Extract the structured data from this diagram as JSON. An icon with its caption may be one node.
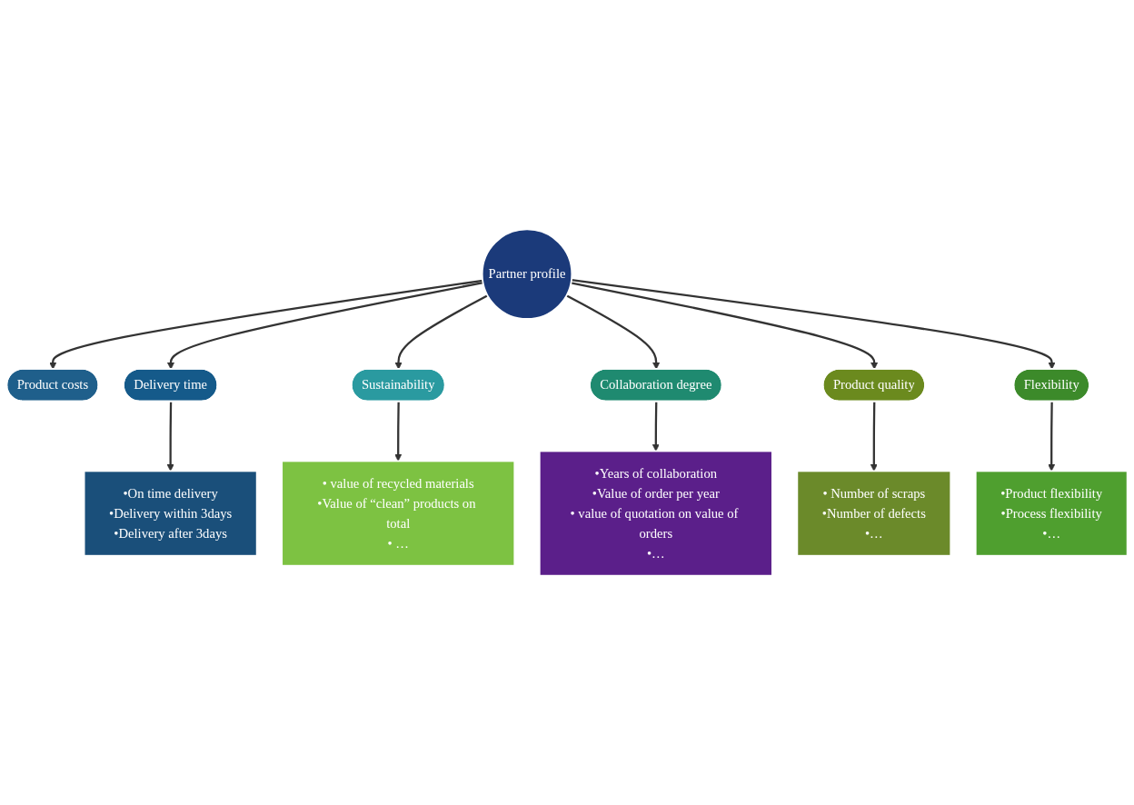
{
  "diagram": {
    "nodes": [
      {
        "text": [
          "Partner profile"
        ]
      },
      {
        "text": [
          "Product costs"
        ]
      },
      {
        "text": [
          "Delivery time"
        ]
      },
      {
        "text": [
          "Sustainability"
        ]
      },
      {
        "text": [
          "Collaboration degree"
        ]
      },
      {
        "text": [
          "Product quality"
        ]
      },
      {
        "text": [
          "Flexibility"
        ]
      },
      {
        "text": [
          "• value of recycled materials",
          "•Value of “clean” products on total",
          "• …"
        ]
      },
      {
        "text": [
          "•On time delivery",
          "•Delivery within 3days",
          "•Delivery after 3days"
        ]
      },
      {
        "text": [
          "• Number of scraps",
          "•Number of defects",
          "•…"
        ]
      },
      {
        "text": [
          "•Years of collaboration",
          "•Value of order per year",
          "• value of quotation on value of orders",
          "•…"
        ]
      },
      {
        "text": [
          "•Product flexibility",
          "•Process flexibility",
          "•…"
        ]
      }
    ],
    "edges": [
      {
        "from": 0,
        "to": 1,
        "arrow": "to"
      },
      {
        "from": 0,
        "to": 2,
        "arrow": "to"
      },
      {
        "from": 0,
        "to": 3,
        "arrow": "to"
      },
      {
        "from": 0,
        "to": 4,
        "arrow": "to"
      },
      {
        "from": 0,
        "to": 5,
        "arrow": "to"
      },
      {
        "from": 0,
        "to": 6,
        "arrow": "to"
      },
      {
        "from": 3,
        "to": 7,
        "arrow": "to"
      },
      {
        "from": 2,
        "to": 8,
        "arrow": "to"
      },
      {
        "from": 5,
        "to": 9,
        "arrow": "to"
      },
      {
        "from": 4,
        "to": 10,
        "arrow": "to"
      },
      {
        "from": 6,
        "to": 11,
        "arrow": "to"
      }
    ]
  }
}
